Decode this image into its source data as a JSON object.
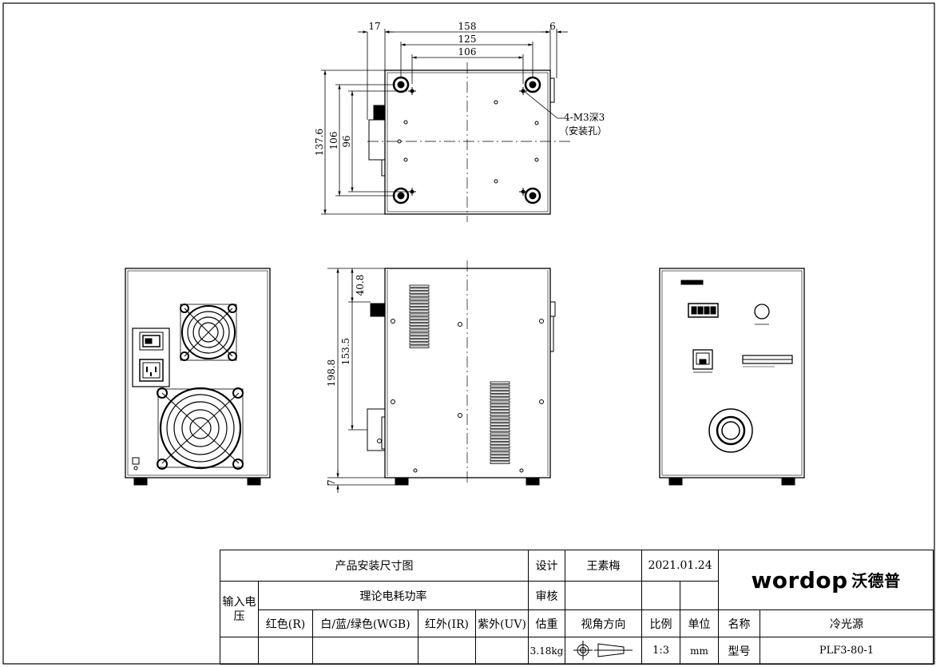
{
  "dimensions": {
    "top_17": "17",
    "top_158": "158",
    "top_6": "6",
    "top_125": "125",
    "top_106": "106",
    "left_137_6": "137.6",
    "left_106": "106",
    "left_96": "96",
    "side_40_8": "40.8",
    "side_153_5": "153.5",
    "side_198_8": "198.8",
    "side_7": "7"
  },
  "notes": {
    "hole_spec": "4-M3深3",
    "hole_desc": "（安装孔）"
  },
  "title_block": {
    "product_title": "产品安装尺寸图",
    "power_title": "理论电耗功率",
    "input_voltage": "输入电压",
    "col_red": "红色(R)",
    "col_wgb": "白/蓝/绿色(WGB)",
    "col_ir": "红外(IR)",
    "col_uv": "紫外(UV)",
    "design_label": "设计",
    "designer": "王素梅",
    "date": "2021.01.24",
    "review_label": "审核",
    "weight_label": "估重",
    "weight_value": "3.18kg",
    "view_label": "视角方向",
    "scale_label": "比例",
    "scale_value": "1:3",
    "unit_label": "单位",
    "unit_value": "mm",
    "name_label": "名称",
    "name_value": "冷光源",
    "model_label": "型号",
    "model_value": "PLF3-80-1",
    "logo_text": "wordop",
    "logo_cn": "沃德普"
  },
  "colors": {
    "line": "#000000",
    "background": "#ffffff"
  },
  "icons": [
    "projection-symbol-icon",
    "fan-grille-icon",
    "power-switch-icon",
    "ac-socket-icon",
    "ethernet-port-icon",
    "knob-icon",
    "display-icon"
  ]
}
